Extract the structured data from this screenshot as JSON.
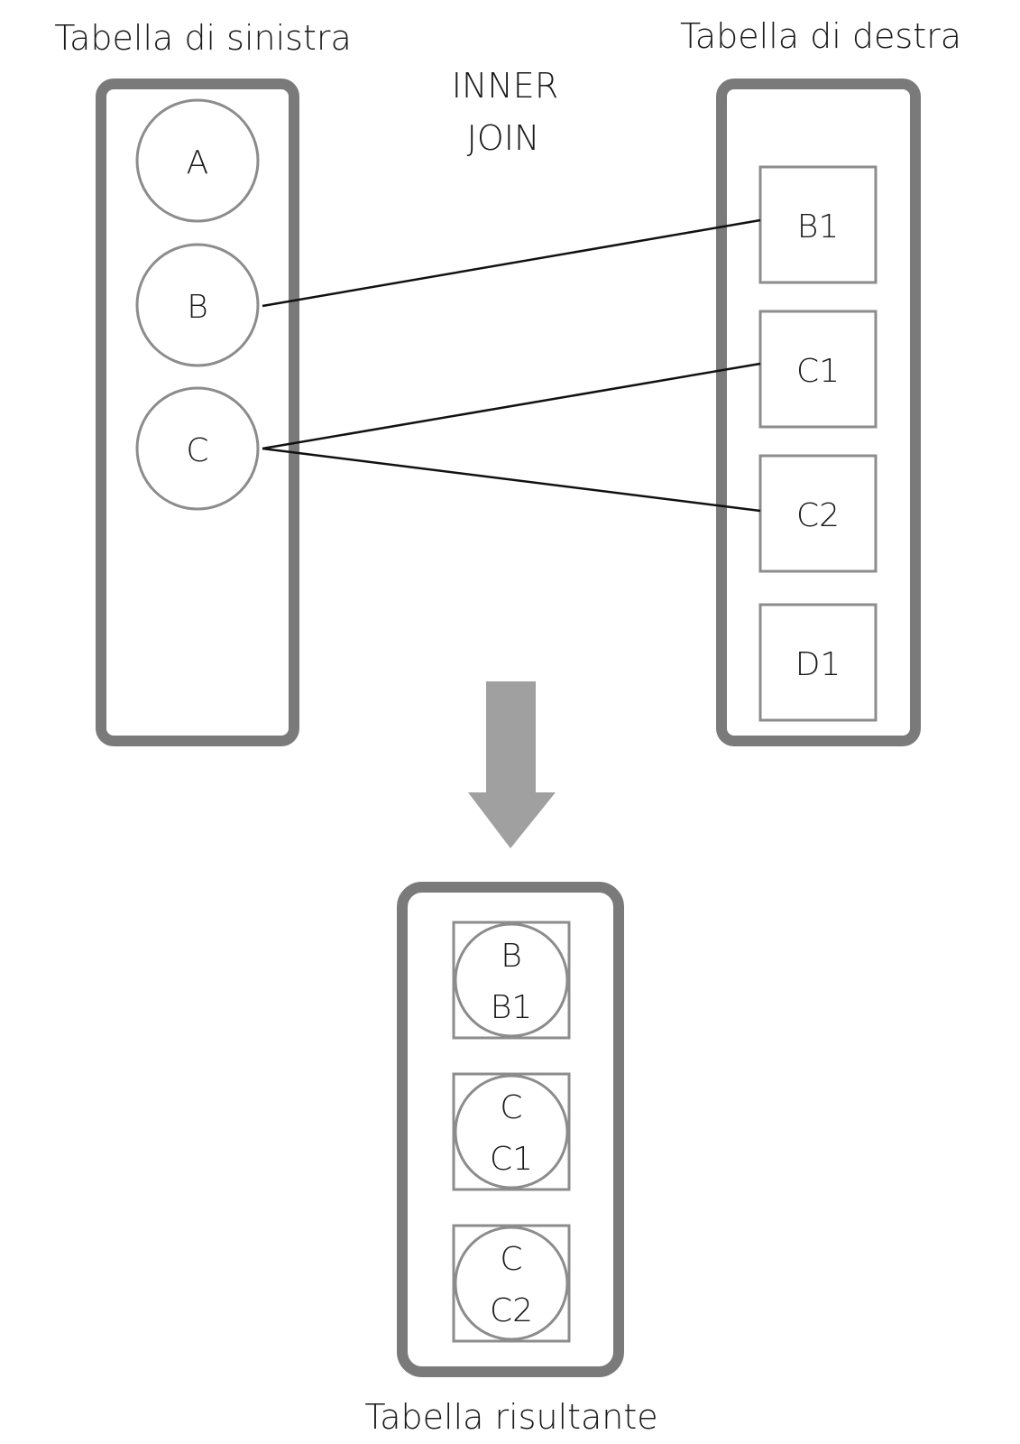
{
  "left_table": {
    "title": "Tabella di sinistra",
    "rows": [
      "A",
      "B",
      "C"
    ]
  },
  "right_table": {
    "title": "Tabella di destra",
    "rows": [
      "B1",
      "C1",
      "C2",
      "D1"
    ]
  },
  "join": {
    "line1": "INNER",
    "line2": "JOIN"
  },
  "connections": [
    {
      "from": "B",
      "to": "B1"
    },
    {
      "from": "C",
      "to": "C1"
    },
    {
      "from": "C",
      "to": "C2"
    }
  ],
  "result_table": {
    "title": "Tabella risultante",
    "rows": [
      {
        "left": "B",
        "right": "B1"
      },
      {
        "left": "C",
        "right": "C1"
      },
      {
        "left": "C",
        "right": "C2"
      }
    ]
  },
  "colors": {
    "container": "#7a7a7a",
    "item_stroke": "#8c8c8c",
    "arrow": "#a0a0a0",
    "line": "#111111"
  }
}
